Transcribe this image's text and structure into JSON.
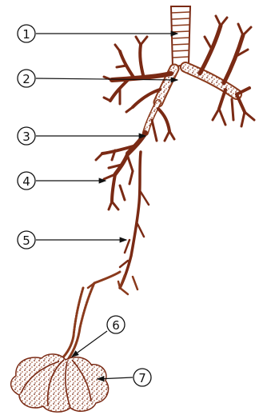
{
  "labels": [
    {
      "id": "1",
      "text": "1"
    },
    {
      "id": "2",
      "text": "2"
    },
    {
      "id": "3",
      "text": "3"
    },
    {
      "id": "4",
      "text": "4"
    },
    {
      "id": "5",
      "text": "5"
    },
    {
      "id": "6",
      "text": "6"
    },
    {
      "id": "7",
      "text": "7"
    }
  ],
  "colors": {
    "airway": "#7a2a14",
    "airway_light": "#b0603a",
    "line": "#111111",
    "background": "#ffffff"
  }
}
